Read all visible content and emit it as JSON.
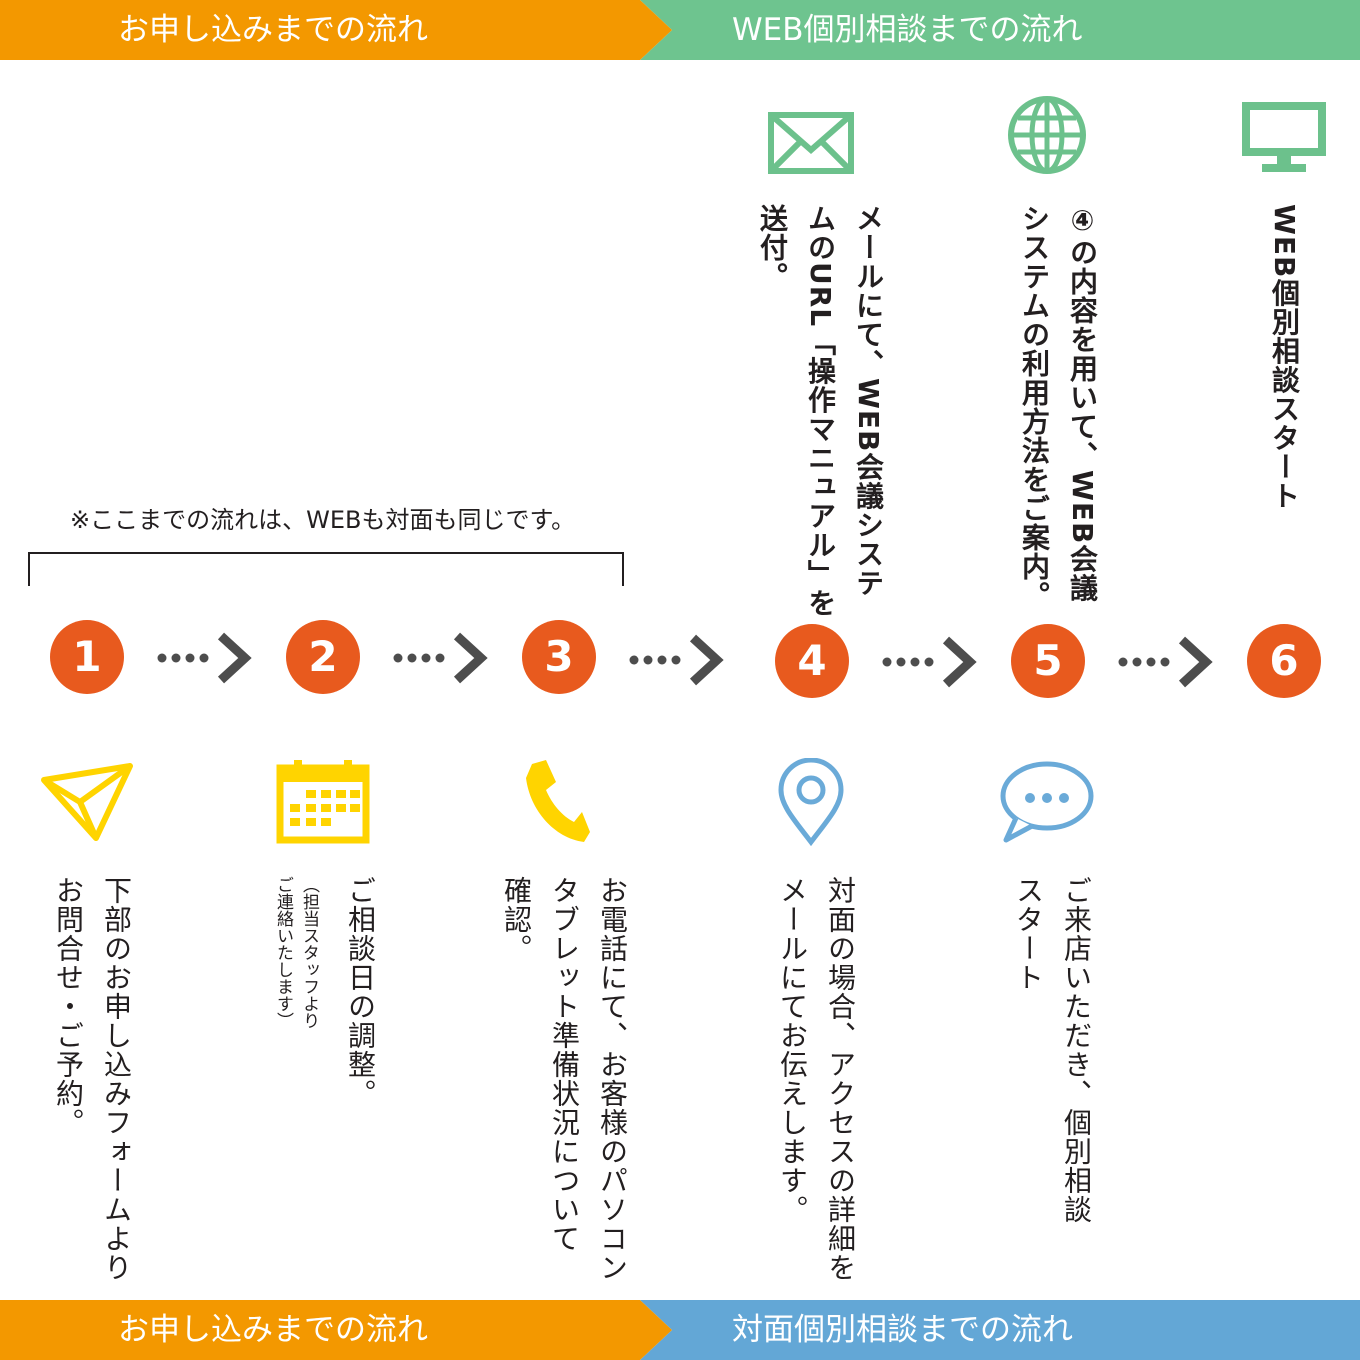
{
  "colors": {
    "orange_banner": "#f39800",
    "green_banner": "#6ec48f",
    "blue_banner": "#63a7d6",
    "step_circle": "#e85a1e",
    "arrow": "#4d4d4d",
    "icon_green": "#6cc18c",
    "icon_yellow": "#ffd400",
    "icon_blue": "#6aaad8"
  },
  "top_banner": {
    "left_label": "お申し込みまでの流れ",
    "right_label": "WEB個別相談までの流れ"
  },
  "bottom_banner": {
    "left_label": "お申し込みまでの流れ",
    "right_label": "対面個別相談までの流れ"
  },
  "note": "※ここまでの流れは、WEBも対面も同じです。",
  "steps": [
    "1",
    "2",
    "3",
    "4",
    "5",
    "6"
  ],
  "web_flow": {
    "step4": {
      "icon": "mail-icon",
      "line1": "メールにて、WEB会議システ",
      "line2": "ムのURL「操作マニュアル」を",
      "line3": "送付。"
    },
    "step5": {
      "icon": "globe-icon",
      "line1": "④の内容を用いて、WEB会議",
      "line2": "システムの利用方法をご案内。"
    },
    "step6": {
      "icon": "monitor-icon",
      "line1": "WEB個別相談スタート"
    }
  },
  "common_flow": {
    "step1": {
      "icon": "paper-plane-icon",
      "line1": "下部のお申し込みフォームより",
      "line2": "お問合せ・ご予約。"
    },
    "step2": {
      "icon": "calendar-icon",
      "line1": "ご相談日の調整。",
      "note_line1": "（担当スタッフより",
      "note_line2": "ご連絡いたします）"
    },
    "step3": {
      "icon": "phone-icon",
      "line1": "お電話にて、お客様のパソコン",
      "line2": "タブレット準備状況について",
      "line3": "確認。"
    }
  },
  "face_flow": {
    "step4": {
      "icon": "map-pin-icon",
      "line1": "対面の場合、アクセスの詳細を",
      "line2": "メールにてお伝えします。"
    },
    "step5": {
      "icon": "chat-bubble-icon",
      "line1": "ご来店いただき、個別相談",
      "line2": "スタート"
    }
  }
}
